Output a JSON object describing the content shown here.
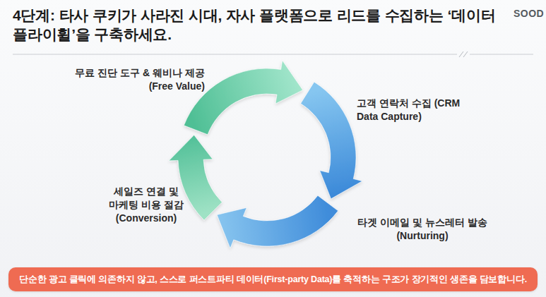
{
  "diagram": {
    "title": "4단계: 타사 쿠키가 사라진 시대, 자사 플랫폼으로 리드를 수집하는 ‘데이터 플라이휠’을 구축하세요.",
    "caption": "단순한 광고 클릭에 의존하지 않고, 스스로 퍼스트파티 데이터(First-party Data)를 축적하는 구조가 장기적인 생존을 담보합니다.",
    "nodes": [
      {
        "text": [
          "무료 진단 도구 & 웨비나 제공 (Free Value)"
        ]
      },
      {
        "text": [
          "고객 연락처 수집 (CRM Data Capture)"
        ]
      },
      {
        "text": [
          "타겟 이메일 및 뉴스레터 발송 (Nurturing)"
        ]
      },
      {
        "text": [
          "세일즈 연결 및 마케팅 비용 절감 (Conversion)"
        ]
      }
    ],
    "edges": [
      {
        "from": 0,
        "to": 1,
        "arrow": "to"
      },
      {
        "from": 1,
        "to": 2,
        "arrow": "to"
      },
      {
        "from": 2,
        "to": 3,
        "arrow": "to"
      },
      {
        "from": 3,
        "to": 0,
        "arrow": "to"
      }
    ],
    "labels": [
      "SOOD"
    ]
  }
}
